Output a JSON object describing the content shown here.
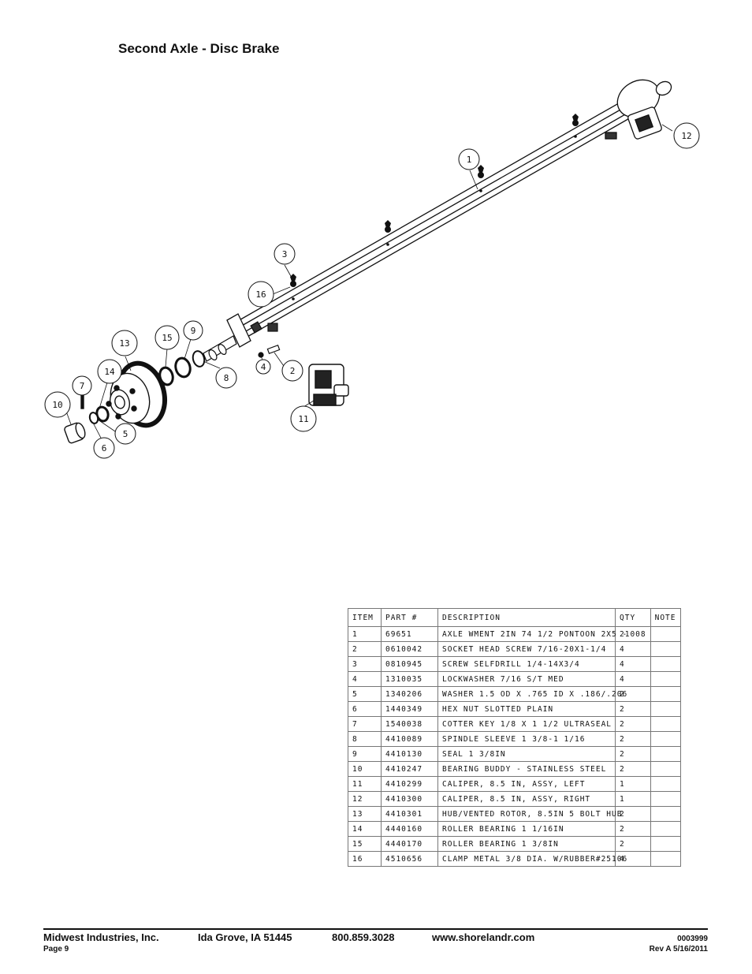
{
  "page_title": "Second Axle - Disc Brake",
  "callouts": [
    "1",
    "2",
    "3",
    "4",
    "5",
    "6",
    "7",
    "8",
    "9",
    "10",
    "11",
    "12",
    "13",
    "14",
    "15",
    "16"
  ],
  "table": {
    "headers": [
      "ITEM",
      "PART #",
      "DESCRIPTION",
      "QTY",
      "NOTE"
    ],
    "rows": [
      [
        "1",
        "69651",
        "AXLE WMENT 2IN 74 1/2 PONTOON 2X5 -",
        "21008",
        ""
      ],
      [
        "2",
        "0610042",
        "SOCKET HEAD SCREW 7/16-20X1-1/4",
        "4",
        ""
      ],
      [
        "3",
        "0810945",
        "SCREW SELFDRILL 1/4-14X3/4",
        "4",
        ""
      ],
      [
        "4",
        "1310035",
        "LOCKWASHER 7/16 S/T MED",
        "4",
        ""
      ],
      [
        "5",
        "1340206",
        "WASHER 1.5 OD X .765 ID X .186/.206",
        "2",
        ""
      ],
      [
        "6",
        "1440349",
        "HEX NUT SLOTTED PLAIN",
        "2",
        ""
      ],
      [
        "7",
        "1540038",
        "COTTER KEY 1/8 X 1 1/2 ULTRASEAL",
        "2",
        ""
      ],
      [
        "8",
        "4410089",
        "SPINDLE SLEEVE 1 3/8-1 1/16",
        "2",
        ""
      ],
      [
        "9",
        "4410130",
        "SEAL 1 3/8IN",
        "2",
        ""
      ],
      [
        "10",
        "4410247",
        "BEARING BUDDY - STAINLESS STEEL",
        "2",
        ""
      ],
      [
        "11",
        "4410299",
        "CALIPER, 8.5 IN, ASSY, LEFT",
        "1",
        ""
      ],
      [
        "12",
        "4410300",
        "CALIPER, 8.5 IN, ASSY, RIGHT",
        "1",
        ""
      ],
      [
        "13",
        "4410301",
        "HUB/VENTED ROTOR, 8.5IN 5 BOLT HUB",
        "2",
        ""
      ],
      [
        "14",
        "4440160",
        "ROLLER BEARING 1 1/16IN",
        "2",
        ""
      ],
      [
        "15",
        "4440170",
        "ROLLER BEARING 1 3/8IN",
        "2",
        ""
      ],
      [
        "16",
        "4510656",
        "CLAMP METAL 3/8 DIA. W/RUBBER#25106",
        "4",
        ""
      ]
    ]
  },
  "footer": {
    "company": "Midwest Industries, Inc.",
    "city": "Ida Grove, IA  51445",
    "phone": "800.859.3028",
    "website": "www.shorelandr.com",
    "page": "Page 9",
    "doc_number": "0003999",
    "revision": "Rev A  5/16/2011"
  }
}
